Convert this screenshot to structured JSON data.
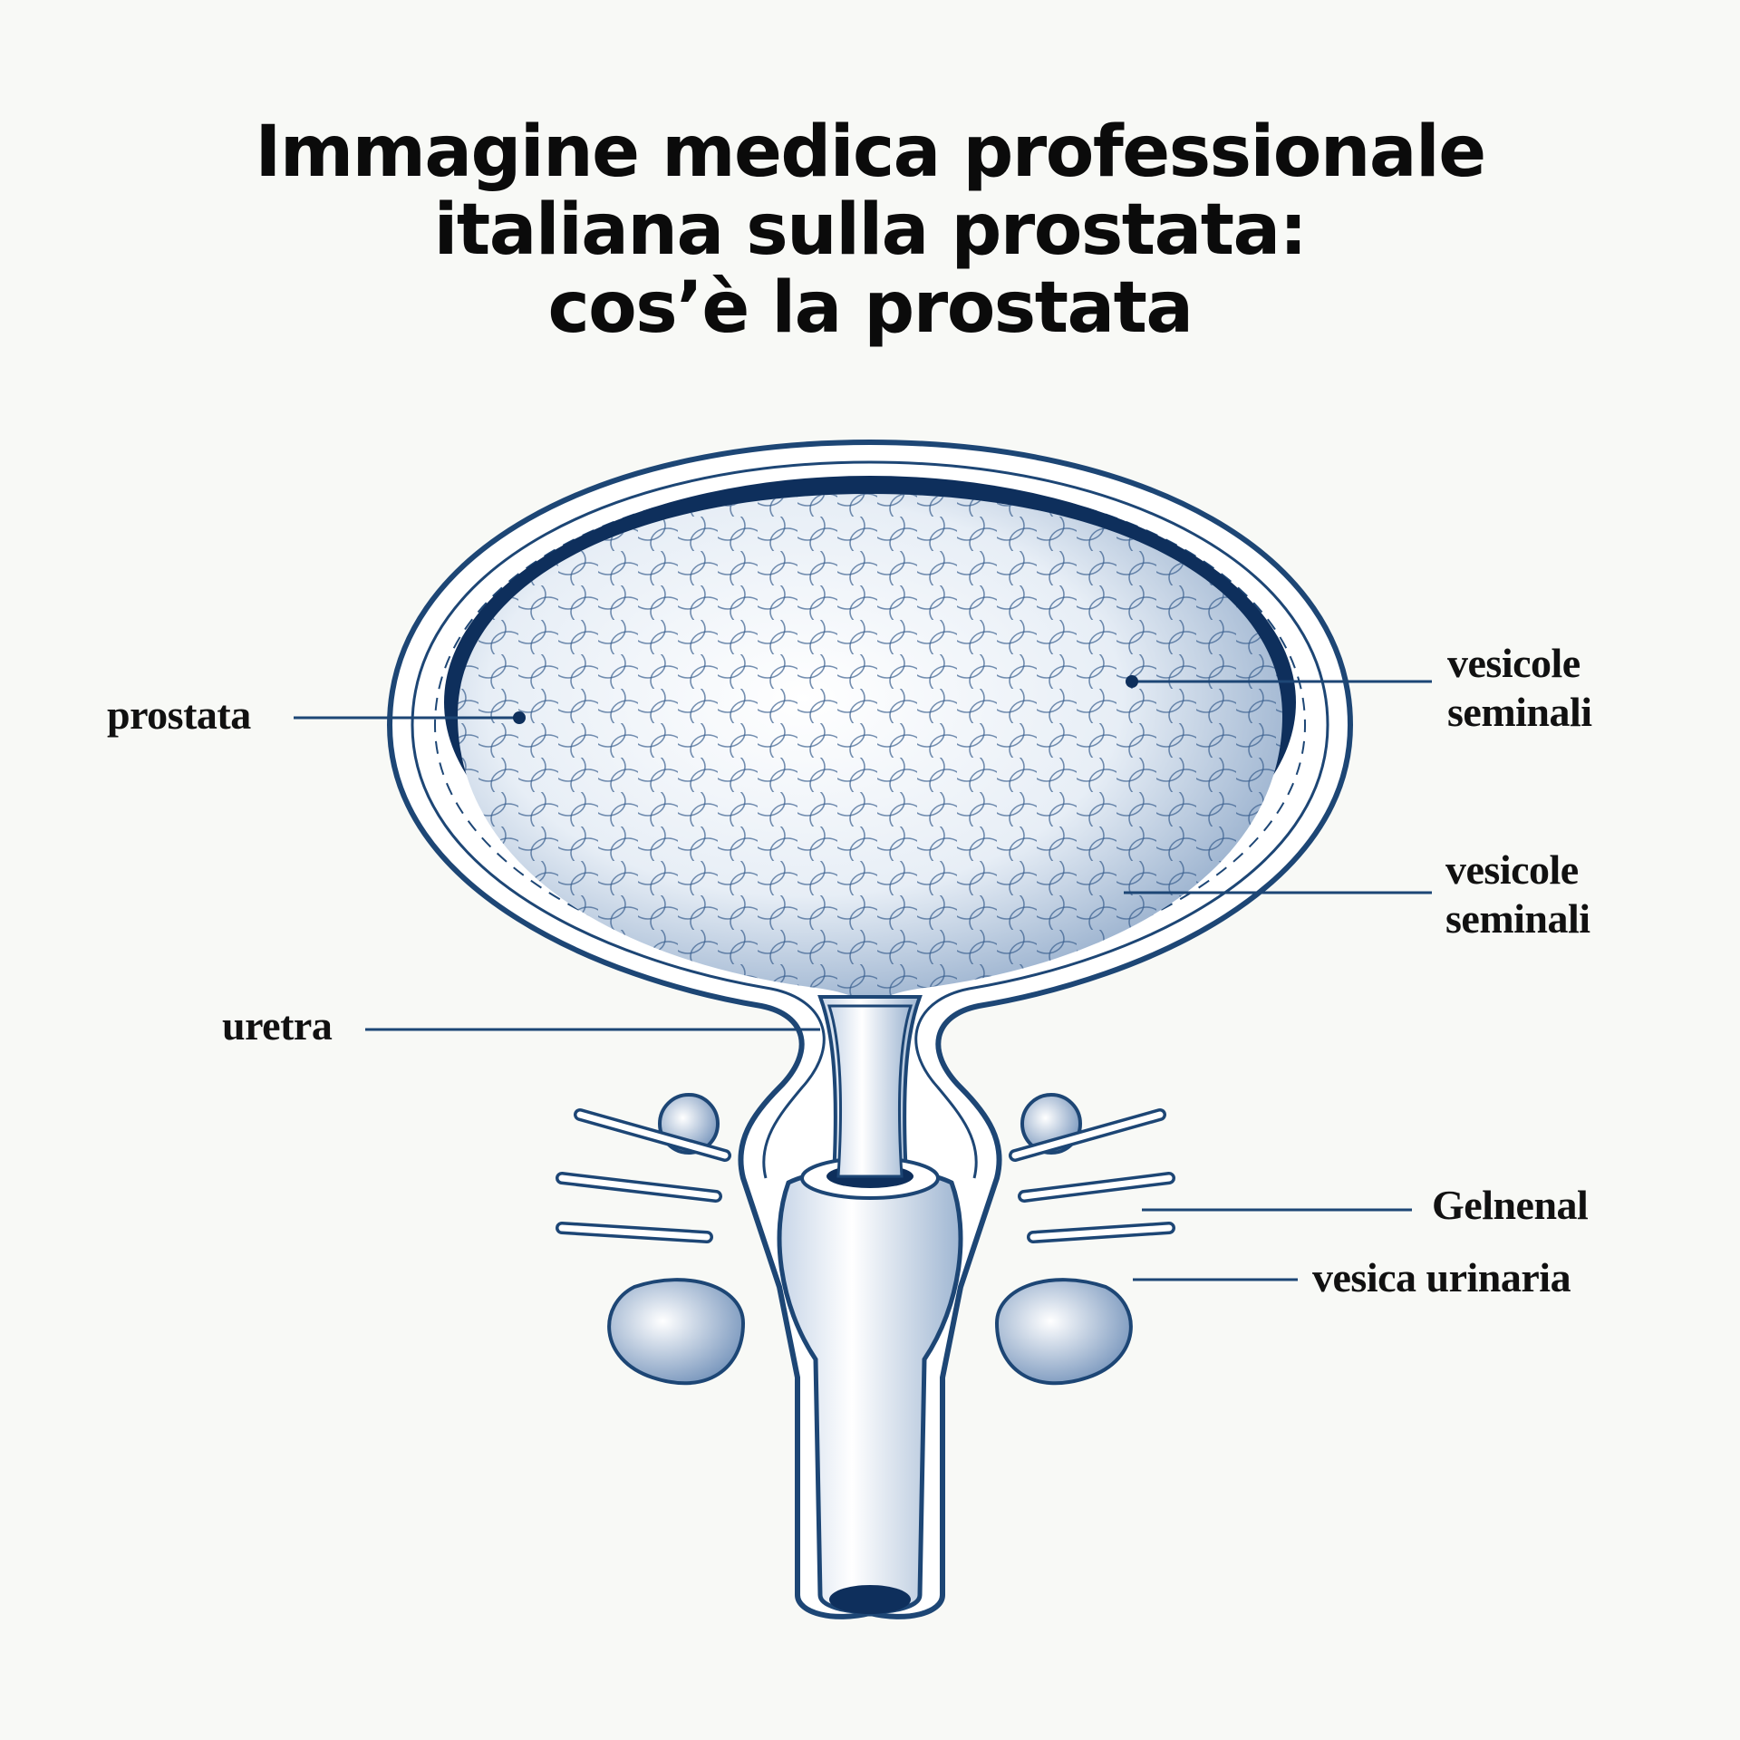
{
  "title": {
    "line1": "Immagine medica professionale",
    "line2": "italiana sulla prostata:",
    "line3": "cos’è la prostata"
  },
  "labels": {
    "prostata": "prostata",
    "uretra": "uretra",
    "vesicole_1_line1": "vesicole",
    "vesicole_1_line2": "seminali",
    "vesicole_2_line1": "vesicole",
    "vesicole_2_line2": "seminali",
    "gelnenal": "Gelnenal",
    "vesica_urinaria": "vesica urinaria"
  },
  "colors": {
    "ink": "#1d4675",
    "dark": "#0e2f5c",
    "fill": "#ffffff",
    "background": "#f8f9f6"
  }
}
